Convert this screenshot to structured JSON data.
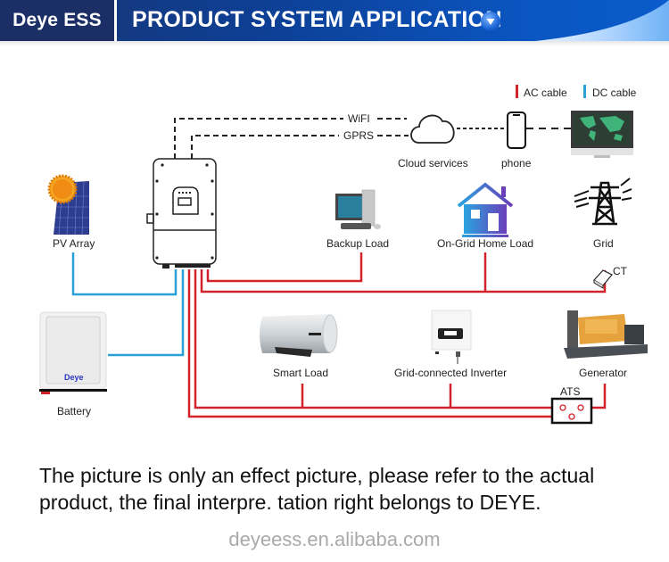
{
  "header": {
    "brand": "Deye ESS",
    "title": "PRODUCT SYSTEM APPLICATION",
    "title_icon": "chevron-down-circle-icon"
  },
  "legend": {
    "ac": {
      "label": "AC cable",
      "color": "#d2232a"
    },
    "dc": {
      "label": "DC cable",
      "color": "#2a9fd6"
    }
  },
  "communication": {
    "wifi": "WiFI",
    "gprs": "GPRS",
    "cloud": "Cloud services",
    "phone": "phone"
  },
  "components": {
    "pv": "PV Array",
    "battery": "Battery",
    "battery_brand": "Deye",
    "backup_load": "Backup Load",
    "home_load": "On-Grid Home Load",
    "grid": "Grid",
    "ct": "CT",
    "smart_load": "Smart Load",
    "grid_inverter": "Grid-connected Inverter",
    "generator": "Generator",
    "ats": "ATS"
  },
  "footer": {
    "note": "The picture is only an effect picture, please refer to the actual product, the final interpre. tation right belongs to DEYE.",
    "website": "deyeess.en.alibaba.com"
  }
}
